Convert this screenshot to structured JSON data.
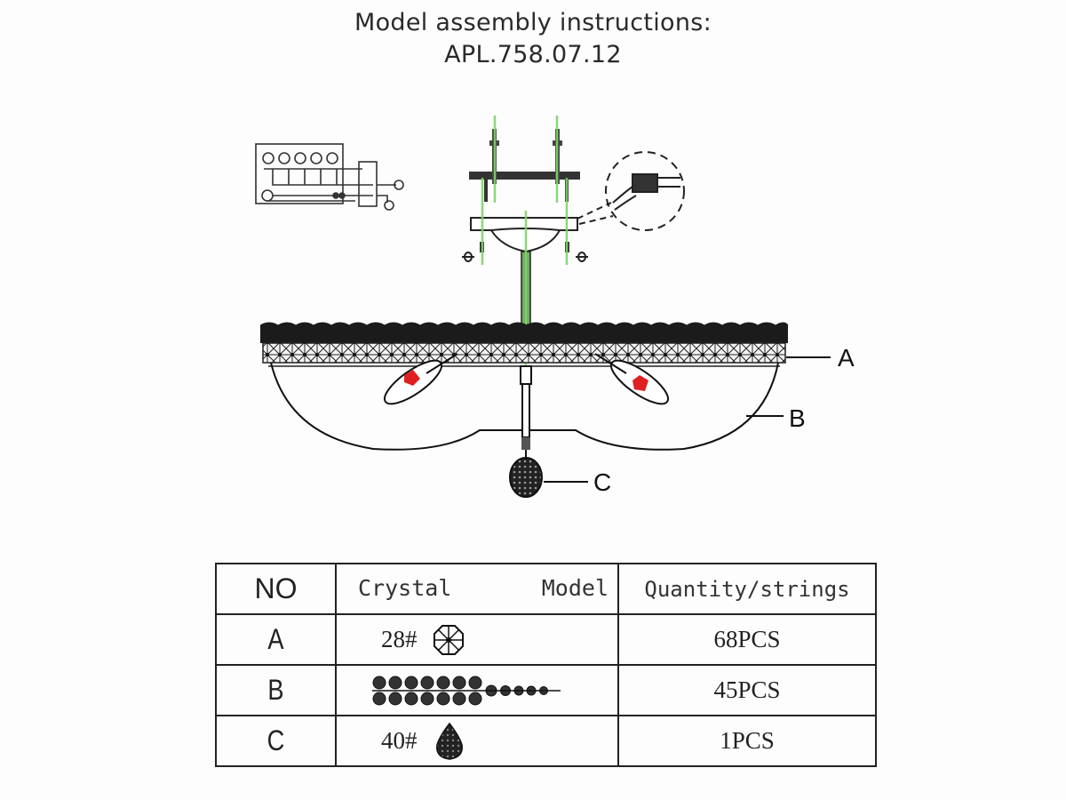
{
  "title": {
    "line1": "Model assembly instructions:",
    "line2": "APL.758.07.12"
  },
  "diagram": {
    "callouts": [
      {
        "label": "A",
        "part": "crystal-band"
      },
      {
        "label": "B",
        "part": "crystal-bowl-strings"
      },
      {
        "label": "C",
        "part": "crystal-ball-pendant"
      }
    ],
    "guide_color": "#7ed36a",
    "bulb_color": "#e02020",
    "line_color": "#111111"
  },
  "table": {
    "headers": {
      "no": "NO",
      "crystal": "Crystal",
      "model": "Model",
      "quantity": "Quantity/strings"
    },
    "rows": [
      {
        "no": "A",
        "model": "28#",
        "icon": "octagon-crystal-icon",
        "quantity": "68PCS"
      },
      {
        "no": "B",
        "model": "",
        "icon": "crystal-string-icon",
        "quantity": "45PCS"
      },
      {
        "no": "C",
        "model": "40#",
        "icon": "teardrop-crystal-icon",
        "quantity": "1PCS"
      }
    ]
  }
}
